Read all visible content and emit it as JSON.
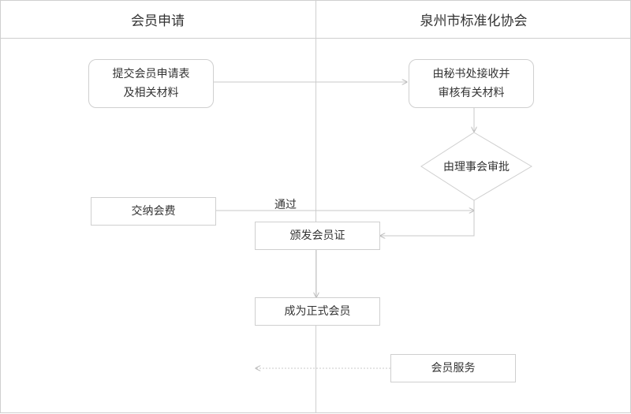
{
  "lanes": {
    "left": {
      "title": "会员申请"
    },
    "right": {
      "title": "泉州市标准化协会"
    }
  },
  "nodes": {
    "submit": "提交会员申请表\n及相关材料",
    "secretary": "由秘书处接收并\n审核有关材料",
    "council": "由理事会审批",
    "pay_fee": "交纳会费",
    "issue_cert": "颁发会员证",
    "formal_member": "成为正式会员",
    "service": "会员服务"
  },
  "edge_labels": {
    "pass": "通过"
  },
  "colors": {
    "line": "#c8c8c8",
    "border": "#cfcfcf",
    "text": "#333333"
  }
}
